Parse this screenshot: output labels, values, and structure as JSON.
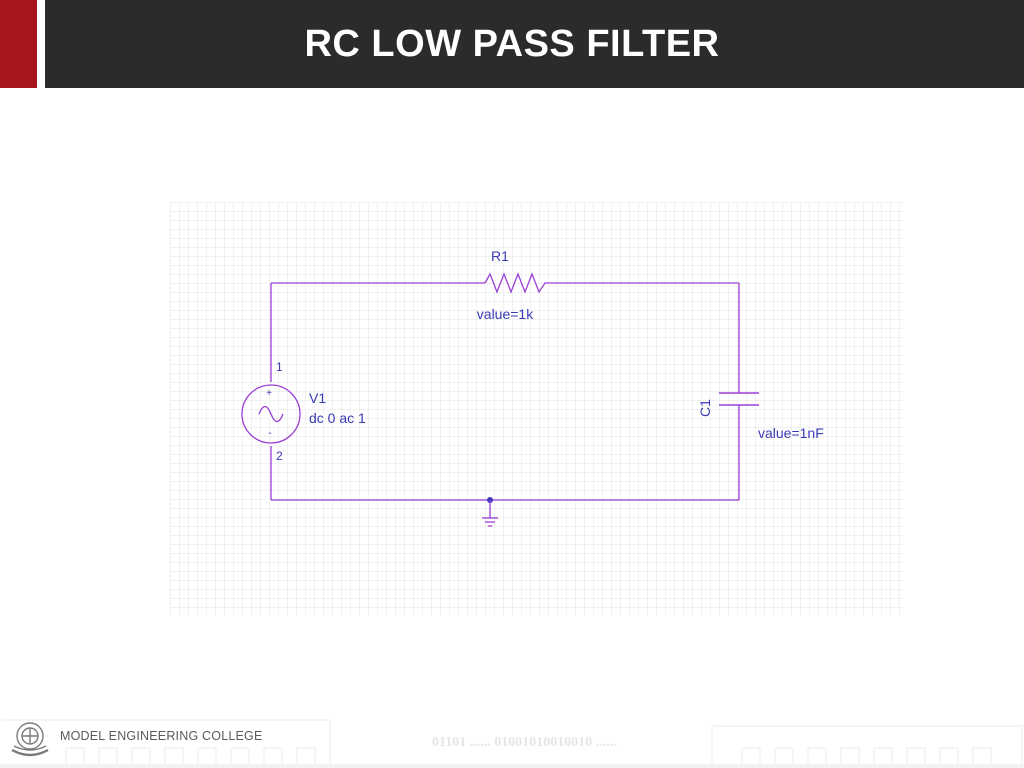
{
  "header": {
    "title": "RC LOW PASS FILTER",
    "accent_color": "#a8161c",
    "bar_color": "#2b2b2b"
  },
  "schematic": {
    "wire_color": "#9a3fd6",
    "label_color": "#3a3ab8",
    "grid_color": "#e3e3e3",
    "source": {
      "name": "V1",
      "params": "dc 0 ac 1",
      "plus_sign": "+",
      "minus_sign": "-",
      "pin_top": "1",
      "pin_bottom": "2",
      "icon": "ac-source-icon"
    },
    "resistor": {
      "name": "R1",
      "value": "value=1k",
      "icon": "resistor-icon"
    },
    "capacitor": {
      "name": "C1",
      "value": "value=1nF",
      "icon": "capacitor-icon"
    },
    "ground": {
      "icon": "ground-icon"
    }
  },
  "footer": {
    "college": "MODEL ENGINEERING COLLEGE",
    "binary": "01101 ...... 01001010010010 ......",
    "logo_icon": "college-emblem-icon"
  }
}
